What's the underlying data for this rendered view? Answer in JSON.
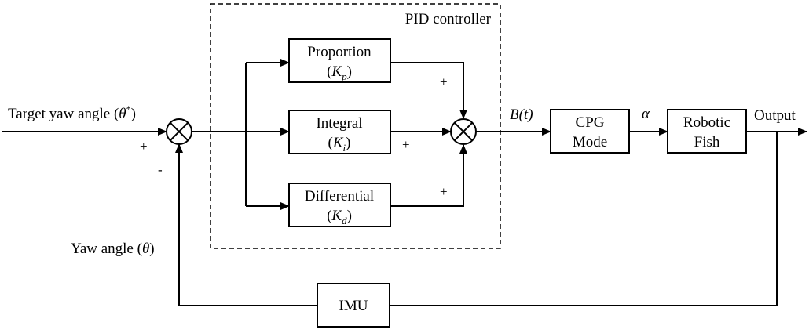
{
  "colors": {
    "stroke": "#000000",
    "background": "#ffffff"
  },
  "controller": {
    "label": "PID controller"
  },
  "blocks": {
    "proportion": {
      "line1": "Proportion",
      "line2_open": "(",
      "line2_sym": "K",
      "line2_sub": "p",
      "line2_close": ")"
    },
    "integral": {
      "line1": "Integral",
      "line2_open": "(",
      "line2_sym": "K",
      "line2_sub": "i",
      "line2_close": ")"
    },
    "differential": {
      "line1": "Differential",
      "line2_open": "(",
      "line2_sym": "K",
      "line2_sub": "d",
      "line2_close": ")"
    },
    "cpg": {
      "line1": "CPG",
      "line2": "Mode"
    },
    "fish": {
      "line1": "Robotic",
      "line2": "Fish"
    },
    "imu": {
      "label": "IMU"
    }
  },
  "labels": {
    "input_text": "Target yaw angle (",
    "input_sym": "θ",
    "input_sup": "*",
    "input_close": ")",
    "feedback": "Yaw angle (",
    "feedback_sym": "θ",
    "feedback_close": ")",
    "b_t": "B(t)",
    "alpha": "α",
    "output": "Output"
  },
  "signs": {
    "sum1_plus": "+",
    "sum1_minus": "-",
    "p_plus": "+",
    "i_plus": "+",
    "d_plus": "+"
  }
}
